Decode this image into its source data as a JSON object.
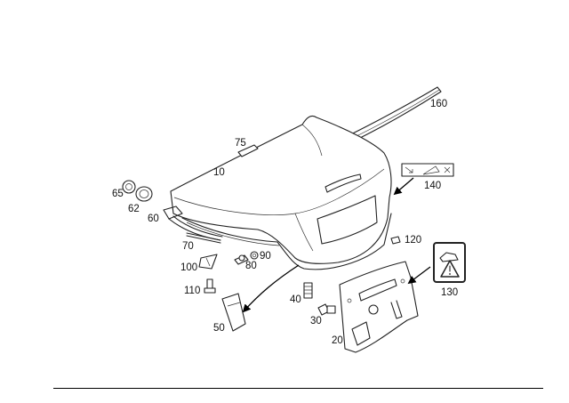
{
  "diagram": {
    "labels": {
      "p10": "10",
      "p20": "20",
      "p30": "30",
      "p40": "40",
      "p50": "50",
      "p60": "60",
      "p62": "62",
      "p65": "65",
      "p70": "70",
      "p75": "75",
      "p80": "80",
      "p90": "90",
      "p100": "100",
      "p110": "110",
      "p120": "120",
      "p130": "130",
      "p140": "140",
      "p160": "160"
    },
    "icons": {
      "warning_label": "warning-triangle-icon",
      "sticker_140": "instruction-sticker-icon"
    }
  }
}
